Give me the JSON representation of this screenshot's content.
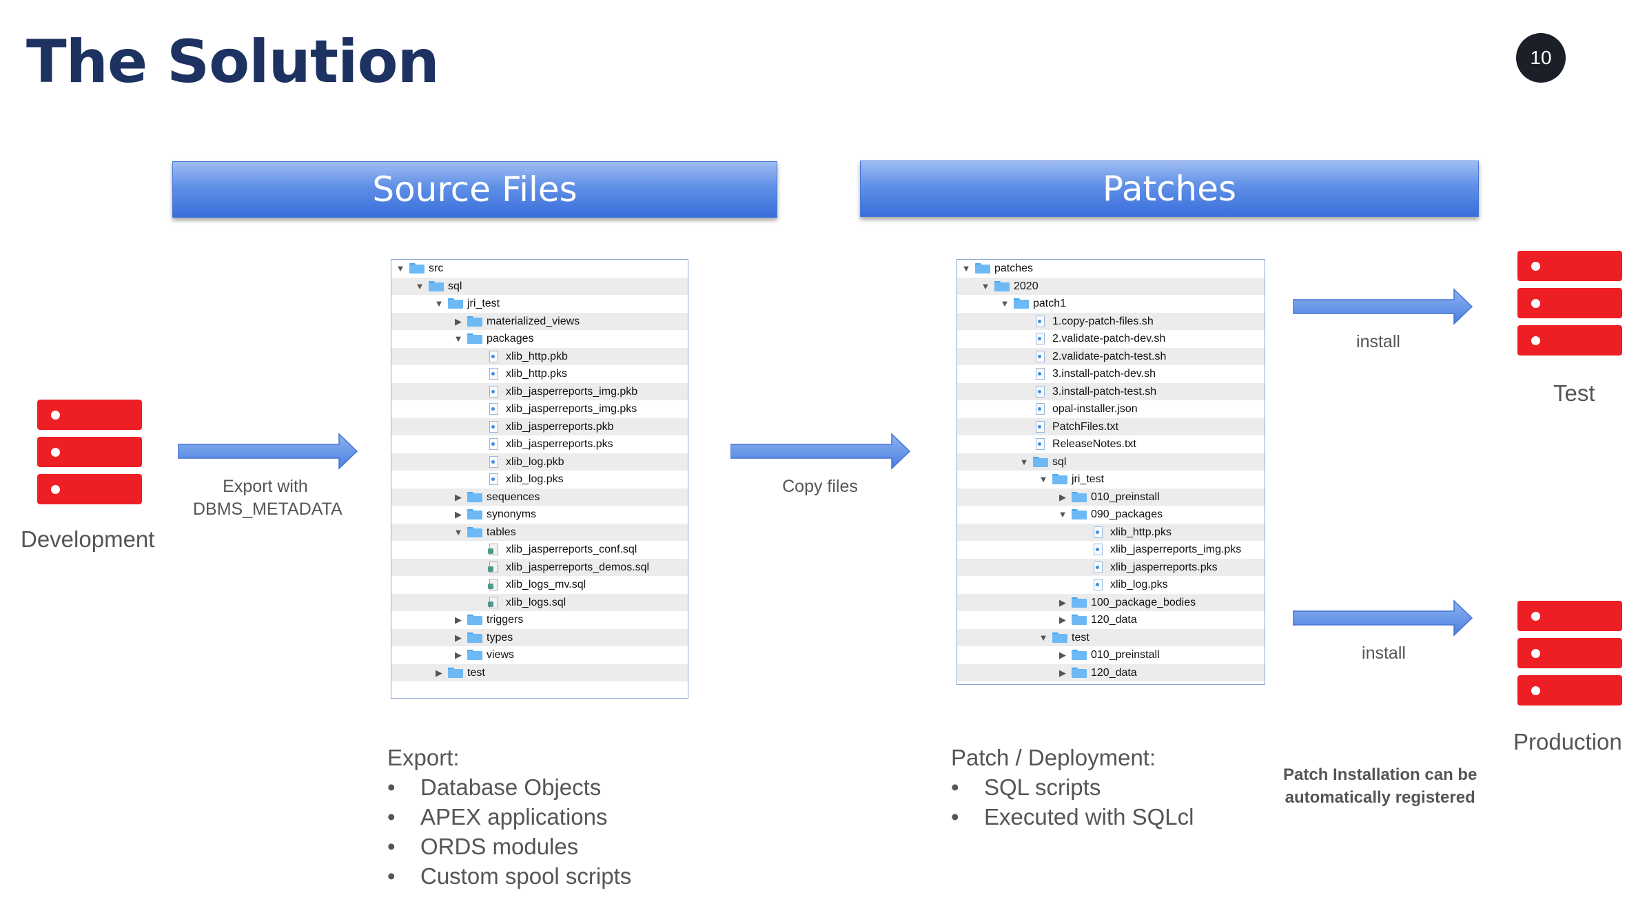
{
  "title": "The Solution",
  "page_number": "10",
  "banners": {
    "source": "Source Files",
    "patches": "Patches"
  },
  "labels": {
    "development": "Development",
    "test": "Test",
    "production": "Production",
    "export_line1": "Export with",
    "export_line2": "DBMS_METADATA",
    "copy_files": "Copy files",
    "install_test": "install",
    "install_prod": "install"
  },
  "source_tree": [
    {
      "name": "src",
      "type": "folder",
      "level": 0,
      "expanded": true
    },
    {
      "name": "sql",
      "type": "folder",
      "level": 1,
      "expanded": true
    },
    {
      "name": "jri_test",
      "type": "folder",
      "level": 2,
      "expanded": true
    },
    {
      "name": "materialized_views",
      "type": "folder",
      "level": 3,
      "expanded": false
    },
    {
      "name": "packages",
      "type": "folder",
      "level": 3,
      "expanded": true
    },
    {
      "name": "xlib_http.pkb",
      "type": "file",
      "level": 4
    },
    {
      "name": "xlib_http.pks",
      "type": "file",
      "level": 4
    },
    {
      "name": "xlib_jasperreports_img.pkb",
      "type": "file",
      "level": 4
    },
    {
      "name": "xlib_jasperreports_img.pks",
      "type": "file",
      "level": 4
    },
    {
      "name": "xlib_jasperreports.pkb",
      "type": "file",
      "level": 4
    },
    {
      "name": "xlib_jasperreports.pks",
      "type": "file",
      "level": 4
    },
    {
      "name": "xlib_log.pkb",
      "type": "file",
      "level": 4
    },
    {
      "name": "xlib_log.pks",
      "type": "file",
      "level": 4
    },
    {
      "name": "sequences",
      "type": "folder",
      "level": 3,
      "expanded": false
    },
    {
      "name": "synonyms",
      "type": "folder",
      "level": 3,
      "expanded": false
    },
    {
      "name": "tables",
      "type": "folder",
      "level": 3,
      "expanded": true
    },
    {
      "name": "xlib_jasperreports_conf.sql",
      "type": "sql",
      "level": 4
    },
    {
      "name": "xlib_jasperreports_demos.sql",
      "type": "sql",
      "level": 4
    },
    {
      "name": "xlib_logs_mv.sql",
      "type": "sql",
      "level": 4
    },
    {
      "name": "xlib_logs.sql",
      "type": "sql",
      "level": 4
    },
    {
      "name": "triggers",
      "type": "folder",
      "level": 3,
      "expanded": false
    },
    {
      "name": "types",
      "type": "folder",
      "level": 3,
      "expanded": false
    },
    {
      "name": "views",
      "type": "folder",
      "level": 3,
      "expanded": false
    },
    {
      "name": "test",
      "type": "folder",
      "level": 2,
      "expanded": false
    },
    {
      "name": "",
      "type": "blank",
      "level": 0
    }
  ],
  "patch_tree": [
    {
      "name": "patches",
      "type": "folder",
      "level": 0,
      "expanded": true
    },
    {
      "name": "2020",
      "type": "folder",
      "level": 1,
      "expanded": true
    },
    {
      "name": "patch1",
      "type": "folder",
      "level": 2,
      "expanded": true
    },
    {
      "name": "1.copy-patch-files.sh",
      "type": "file",
      "level": 3
    },
    {
      "name": "2.validate-patch-dev.sh",
      "type": "file",
      "level": 3
    },
    {
      "name": "2.validate-patch-test.sh",
      "type": "file",
      "level": 3
    },
    {
      "name": "3.install-patch-dev.sh",
      "type": "file",
      "level": 3
    },
    {
      "name": "3.install-patch-test.sh",
      "type": "file",
      "level": 3
    },
    {
      "name": "opal-installer.json",
      "type": "file",
      "level": 3
    },
    {
      "name": "PatchFiles.txt",
      "type": "file",
      "level": 3
    },
    {
      "name": "ReleaseNotes.txt",
      "type": "file",
      "level": 3
    },
    {
      "name": "sql",
      "type": "folder",
      "level": 3,
      "expanded": true
    },
    {
      "name": "jri_test",
      "type": "folder",
      "level": 4,
      "expanded": true
    },
    {
      "name": "010_preinstall",
      "type": "folder",
      "level": 5,
      "expanded": false
    },
    {
      "name": "090_packages",
      "type": "folder",
      "level": 5,
      "expanded": true
    },
    {
      "name": "xlib_http.pks",
      "type": "file",
      "level": 6
    },
    {
      "name": "xlib_jasperreports_img.pks",
      "type": "file",
      "level": 6
    },
    {
      "name": "xlib_jasperreports.pks",
      "type": "file",
      "level": 6
    },
    {
      "name": "xlib_log.pks",
      "type": "file",
      "level": 6
    },
    {
      "name": "100_package_bodies",
      "type": "folder",
      "level": 5,
      "expanded": false
    },
    {
      "name": "120_data",
      "type": "folder",
      "level": 5,
      "expanded": false
    },
    {
      "name": "test",
      "type": "folder",
      "level": 4,
      "expanded": true
    },
    {
      "name": "010_preinstall",
      "type": "folder",
      "level": 5,
      "expanded": false
    },
    {
      "name": "120_data",
      "type": "folder",
      "level": 5,
      "expanded": false
    }
  ],
  "export_list": {
    "heading": "Export:",
    "items": [
      "Database Objects",
      "APEX applications",
      "ORDS modules",
      "Custom spool scripts"
    ]
  },
  "patch_list": {
    "heading": "Patch / Deployment:",
    "items": [
      "SQL scripts",
      "Executed with SQLcl"
    ]
  },
  "note": {
    "line1": "Patch Installation can be",
    "line2": "automatically registered"
  },
  "colors": {
    "title": "#1d3260",
    "server": "#ee1f24",
    "arrow": "#5b8ee6",
    "banner": "#4a7de0"
  }
}
